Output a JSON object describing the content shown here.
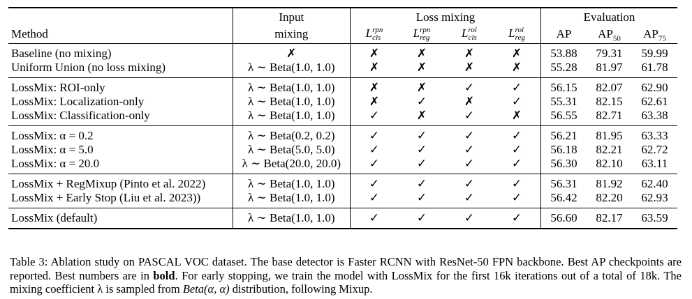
{
  "table": {
    "header": {
      "method": "Method",
      "input_line1": "Input",
      "input_line2": "mixing",
      "loss_mixing": "Loss mixing",
      "evaluation": "Evaluation",
      "loss_cols": [
        {
          "sup": "rpn",
          "sub": "cls"
        },
        {
          "sup": "rpn",
          "sub": "reg"
        },
        {
          "sup": "roi",
          "sub": "cls"
        },
        {
          "sup": "roi",
          "sub": "reg"
        }
      ],
      "L": "L",
      "ap": "AP",
      "ap50_sub": "50",
      "ap75_sub": "75"
    },
    "groups": [
      [
        {
          "method": "Baseline (no mixing)",
          "mix": "✗",
          "marks": [
            "✗",
            "✗",
            "✗",
            "✗"
          ],
          "ap": "53.88",
          "ap50": "79.31",
          "ap75": "59.99"
        },
        {
          "method": "Uniform Union (no loss mixing)",
          "mix": "λ ∼ Beta(1.0, 1.0)",
          "marks": [
            "✗",
            "✗",
            "✗",
            "✗"
          ],
          "ap": "55.28",
          "ap50": "81.97",
          "ap75": "61.78"
        }
      ],
      [
        {
          "method": "LossMix: ROI-only",
          "mix": "λ ∼ Beta(1.0, 1.0)",
          "marks": [
            "✗",
            "✗",
            "✓",
            "✓"
          ],
          "ap": "56.15",
          "ap50": "82.07",
          "ap75": "62.90"
        },
        {
          "method": "LossMix: Localization-only",
          "mix": "λ ∼ Beta(1.0, 1.0)",
          "marks": [
            "✗",
            "✓",
            "✗",
            "✓"
          ],
          "ap": "55.31",
          "ap50": "82.15",
          "ap75": "62.61"
        },
        {
          "method": "LossMix: Classification-only",
          "mix": "λ ∼ Beta(1.0, 1.0)",
          "marks": [
            "✓",
            "✗",
            "✓",
            "✗"
          ],
          "ap": "56.55",
          "ap50": "82.71",
          "ap75": "63.38"
        }
      ],
      [
        {
          "method": "LossMix: α = 0.2",
          "mix": "λ ∼ Beta(0.2, 0.2)",
          "marks": [
            "✓",
            "✓",
            "✓",
            "✓"
          ],
          "ap": "56.21",
          "ap50": "81.95",
          "ap75": "63.33"
        },
        {
          "method": "LossMix: α = 5.0",
          "mix": "λ ∼ Beta(5.0, 5.0)",
          "marks": [
            "✓",
            "✓",
            "✓",
            "✓"
          ],
          "ap": "56.18",
          "ap50": "82.21",
          "ap75": "62.72"
        },
        {
          "method": "LossMix: α = 20.0",
          "mix": "λ ∼ Beta(20.0, 20.0)",
          "marks": [
            "✓",
            "✓",
            "✓",
            "✓"
          ],
          "ap": "56.30",
          "ap50": "82.10",
          "ap75": "63.11"
        }
      ],
      [
        {
          "method": "LossMix + RegMixup (Pinto et al. 2022)",
          "mix": "λ ∼ Beta(1.0, 1.0)",
          "marks": [
            "✓",
            "✓",
            "✓",
            "✓"
          ],
          "ap": "56.31",
          "ap50": "81.92",
          "ap75": "62.40"
        },
        {
          "method": "LossMix + Early Stop (Liu et al. 2023))",
          "mix": "λ ∼ Beta(1.0, 1.0)",
          "marks": [
            "✓",
            "✓",
            "✓",
            "✓"
          ],
          "ap": "56.42",
          "ap50": "82.20",
          "ap75": "62.93"
        }
      ],
      [
        {
          "method": "LossMix (default)",
          "mix": "λ ∼ Beta(1.0, 1.0)",
          "marks": [
            "✓",
            "✓",
            "✓",
            "✓"
          ],
          "ap": "56.60",
          "ap50": "82.17",
          "ap75": "63.59"
        }
      ]
    ],
    "bold": [
      [
        2,
        "ap50"
      ],
      [
        4,
        "ap"
      ],
      [
        4,
        "ap75"
      ]
    ]
  },
  "caption": {
    "part1": "Table 3: Ablation study on PASCAL VOC dataset. The base detector is Faster RCNN with ResNet-50 FPN backbone. Best AP checkpoints are reported. Best numbers are in ",
    "bold_word": "bold",
    "part2": ". For early stopping, we train the model with LossMix for the first 16k iterations out of a total of 18k. The mixing coefficient λ is sampled from ",
    "beta_expr": "Beta(α, α)",
    "part3": " distribution, following Mixup."
  }
}
